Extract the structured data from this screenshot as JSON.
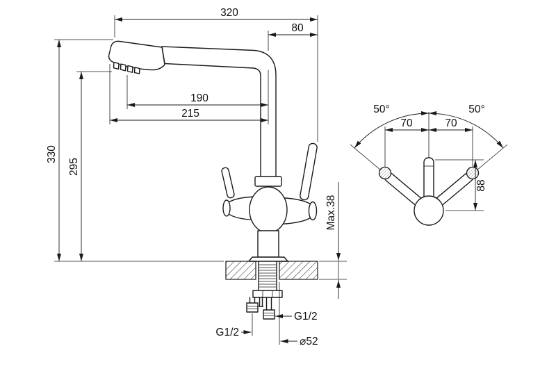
{
  "side_view": {
    "dims": {
      "total_width": "320",
      "lever_offset": "80",
      "spout_reach_inner": "190",
      "spout_reach_outer": "215",
      "total_height": "330",
      "spout_height": "295",
      "max_counter_thickness": "Max.38",
      "hose_thread_right": "G1/2",
      "hose_thread_left": "G1/2",
      "mounting_hole_diameter": "⌀52"
    }
  },
  "top_view": {
    "dims": {
      "handle_angle_left": "50°",
      "handle_angle_right": "50°",
      "handle_span_left": "70",
      "handle_span_right": "70",
      "spout_projection": "88"
    }
  },
  "style": {
    "line_color": "#1a1a1a",
    "background": "#ffffff"
  }
}
